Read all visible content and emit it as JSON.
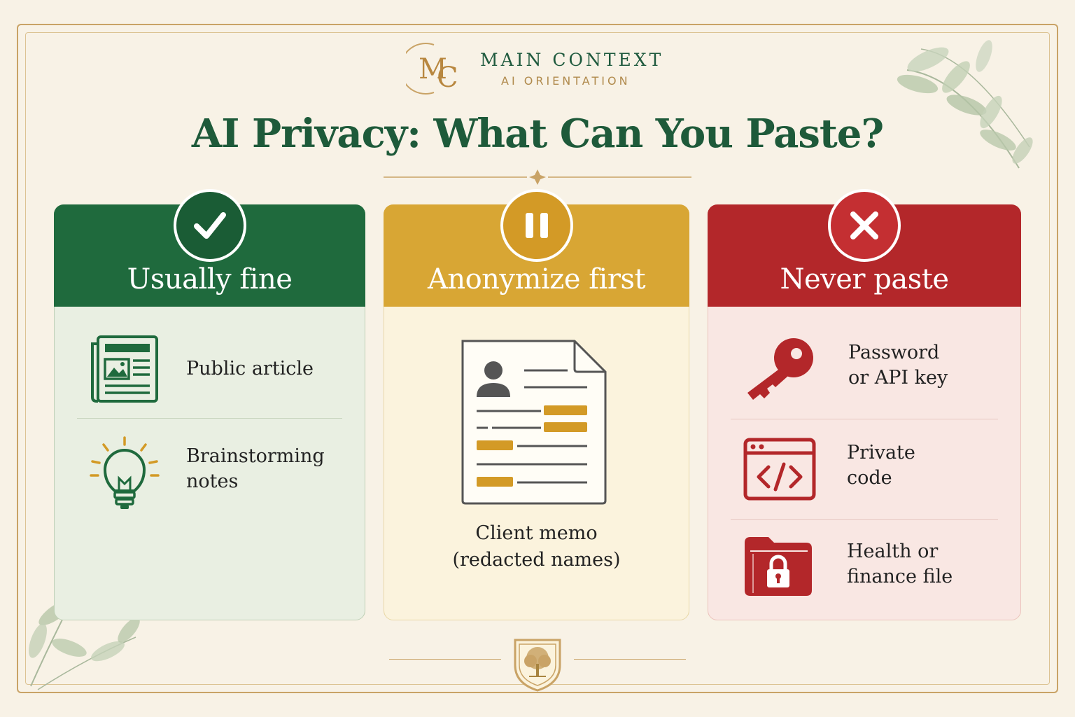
{
  "brand": {
    "monogram": "MC",
    "name": "MAIN CONTEXT",
    "subtitle": "AI ORIENTATION"
  },
  "title": "AI Privacy: What Can You Paste?",
  "colors": {
    "green": "#1f6a3d",
    "amber": "#d8a634",
    "red": "#b3272a",
    "gold": "#c9a366"
  },
  "cards": [
    {
      "title": "Usually fine",
      "badge_icon": "checkmark-icon",
      "items": [
        {
          "icon": "newspaper-icon",
          "label": "Public article"
        },
        {
          "icon": "lightbulb-icon",
          "label_lines": [
            "Brainstorming",
            "notes"
          ]
        }
      ]
    },
    {
      "title": "Anonymize first",
      "badge_icon": "pause-icon",
      "items": [
        {
          "icon": "redacted-document-icon",
          "label_lines": [
            "Client memo",
            "(redacted names)"
          ]
        }
      ]
    },
    {
      "title": "Never paste",
      "badge_icon": "cross-icon",
      "items": [
        {
          "icon": "key-icon",
          "label_lines": [
            "Password",
            "or API key"
          ]
        },
        {
          "icon": "code-window-icon",
          "label_lines": [
            "Private",
            "code"
          ]
        },
        {
          "icon": "locked-folder-icon",
          "label_lines": [
            "Health or",
            "finance file"
          ]
        }
      ]
    }
  ]
}
